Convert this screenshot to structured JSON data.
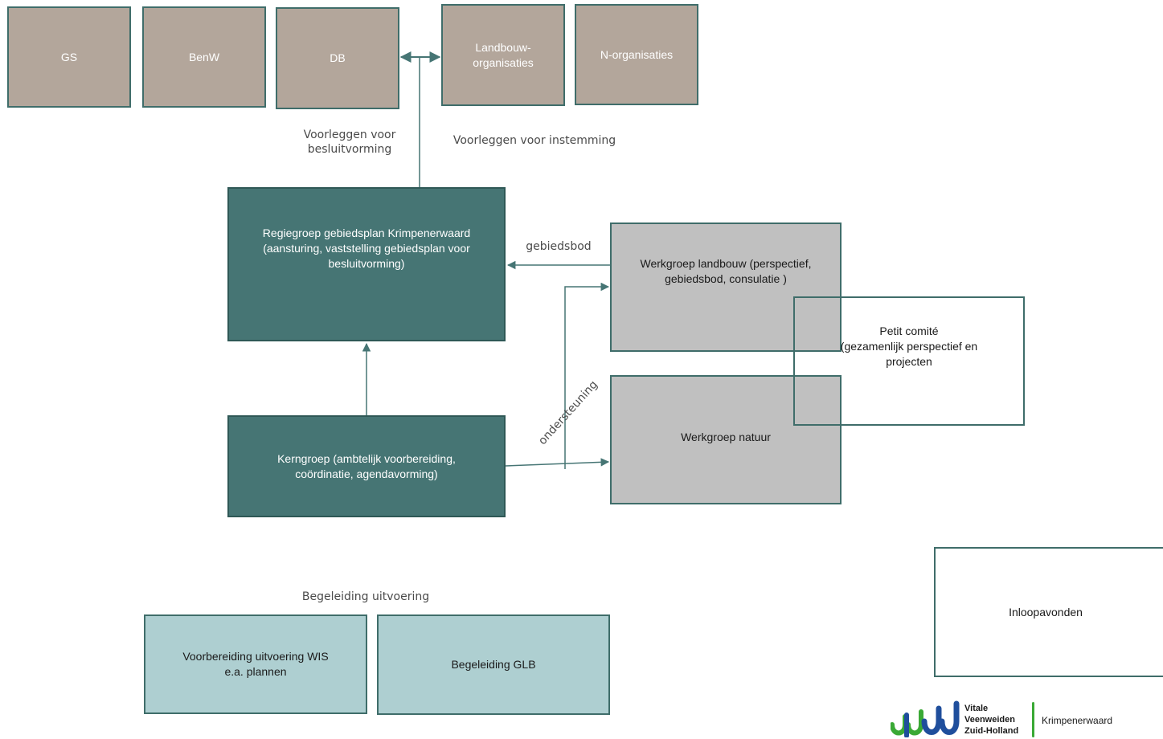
{
  "top_boxes": {
    "gs": "GS",
    "benw": "BenW",
    "db": "DB",
    "landbouw_org": "Landbouw-\norganisaties",
    "n_org": "N-organisaties"
  },
  "labels": {
    "voorleggen_besluit": "Voorleggen voor\nbesluitvorming",
    "voorleggen_instemming": "Voorleggen voor instemming",
    "gebiedsbod": "gebiedsbod",
    "ondersteuning": "ondersteuning",
    "begeleiding_uitvoering": "Begeleiding uitvoering"
  },
  "boxes": {
    "regiegroep": "Regiegroep gebiedsplan Krimpenerwaard\n(aansturing, vaststelling gebiedsplan voor\nbesluitvorming)",
    "kerngroep": "Kerngroep (ambtelijk voorbereiding,\ncoördinatie, agendavorming)",
    "werkgroep_landbouw": "Werkgroep landbouw (perspectief,\ngebiedsbod, consulatie )",
    "werkgroep_natuur": "Werkgroep natuur",
    "petit_comite": "Petit comité\n(gezamenlijk perspectief en\nprojecten",
    "voorbereiding_wis": "Voorbereiding uitvoering WIS\ne.a. plannen",
    "begeleiding_glb": "Begeleiding GLB",
    "inloopavonden": "Inloopavonden"
  },
  "logo": {
    "line1": "Vitale",
    "line2": "Veenweiden",
    "line3": "Zuid-Holland",
    "partner": "Krimpenerwaard"
  },
  "colors": {
    "taupe": "#b3a69b",
    "teal": "#467574",
    "grey": "#c0c0c0",
    "pale_teal": "#aecfd1",
    "connector": "#467574",
    "logo_blue": "#1f4e9c",
    "logo_green": "#3aa935"
  }
}
